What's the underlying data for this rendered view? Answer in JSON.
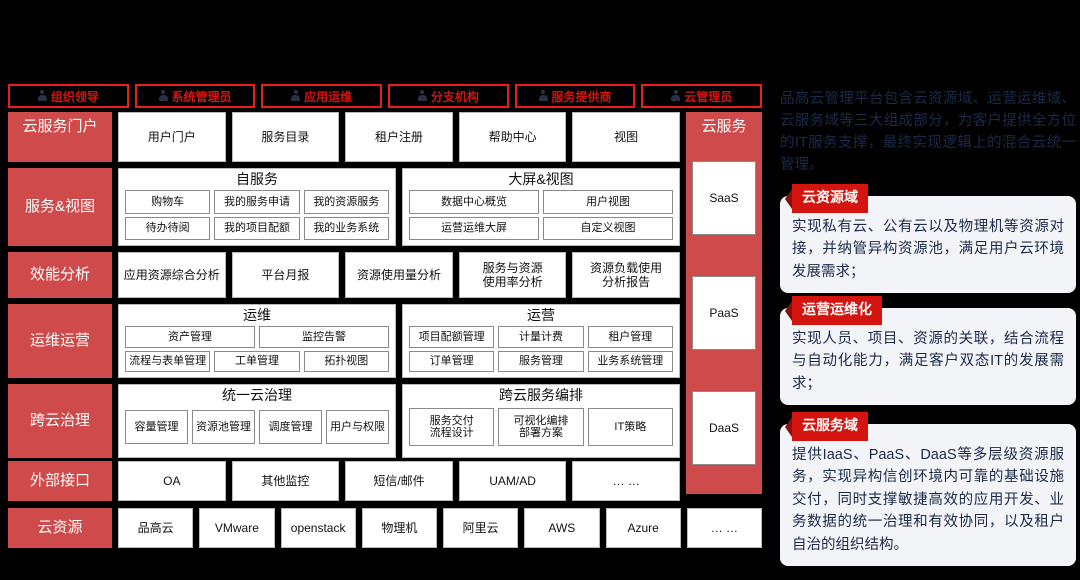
{
  "colors": {
    "accent_red": "#d4140e",
    "panel_red": "#cf4a4a",
    "badge_border": "#e8201a",
    "card_bg": "#f2f4f8",
    "text_navy": "#1b2a49"
  },
  "roles": [
    {
      "label": "组织领导",
      "icon": "user-icon"
    },
    {
      "label": "系统管理员",
      "icon": "user-icon"
    },
    {
      "label": "应用运维",
      "icon": "user-icon"
    },
    {
      "label": "分支机构",
      "icon": "user-icon"
    },
    {
      "label": "服务提供商",
      "icon": "user-icon"
    },
    {
      "label": "云管理员",
      "icon": "user-icon"
    }
  ],
  "layers": {
    "portal": {
      "title": "云服务门户",
      "cells": [
        "用户门户",
        "服务目录",
        "租户注册",
        "帮助中心",
        "视图"
      ]
    },
    "service_view": {
      "title": "服务&视图",
      "panels": [
        {
          "title": "自服务",
          "rows": [
            [
              "购物车",
              "我的服务申请",
              "我的资源服务"
            ],
            [
              "待办待阅",
              "我的项目配额",
              "我的业务系统"
            ]
          ]
        },
        {
          "title": "大屏&视图",
          "rows": [
            [
              "数据中心概览",
              "用户视图"
            ],
            [
              "运营运维大屏",
              "自定义视图"
            ]
          ]
        }
      ]
    },
    "efficiency": {
      "title": "效能分析",
      "cells": [
        "应用资源综合分析",
        "平台月报",
        "资源使用量分析",
        "服务与资源\n使用率分析",
        "资源负载使用\n分析报告"
      ]
    },
    "ops": {
      "title": "运维运营",
      "panels": [
        {
          "title": "运维",
          "rows": [
            [
              "资产管理",
              "监控告警"
            ],
            [
              "流程与表单管理",
              "工单管理",
              "拓扑视图"
            ]
          ]
        },
        {
          "title": "运营",
          "rows": [
            [
              "项目配额管理",
              "计量计费",
              "租户管理"
            ],
            [
              "订单管理",
              "服务管理",
              "业务系统管理"
            ]
          ]
        }
      ]
    },
    "governance": {
      "title": "跨云治理",
      "panels": [
        {
          "title": "统一云治理",
          "rows": [
            [
              "容量管理",
              "资源池管理",
              "调度管理",
              "用户与权限"
            ]
          ]
        },
        {
          "title": "跨云服务编排",
          "rows": [
            [
              "服务交付\n流程设计",
              "可视化编排\n部署方案",
              "IT策略"
            ]
          ]
        }
      ]
    },
    "external": {
      "title": "外部接口",
      "cells": [
        "OA",
        "其他监控",
        "短信/邮件",
        "UAM/AD",
        "… …"
      ]
    },
    "cloud_resource": {
      "title": "云资源",
      "cells": [
        "品高云",
        "VMware",
        "openstack",
        "物理机",
        "阿里云",
        "AWS",
        "Azure",
        "… …"
      ]
    }
  },
  "cloud_services": {
    "title": "云服务",
    "items": [
      "SaaS",
      "PaaS",
      "DaaS"
    ]
  },
  "description": {
    "intro": "品高云管理平台包含云资源域、运营运维域、云服务域等三大组成部分，为客户提供全方位的IT服务支撑，最终实现逻辑上的混合云统一管理。",
    "cards": [
      {
        "tag": "云资源域",
        "body": "实现私有云、公有云以及物理机等资源对接，并纳管异构资源池，满足用户云环境发展需求；"
      },
      {
        "tag": "运营运维化",
        "body": "实现人员、项目、资源的关联，结合流程与自动化能力，满足客户双态IT的发展需求；"
      },
      {
        "tag": "云服务域",
        "body": "提供IaaS、PaaS、DaaS等多层级资源服务，实现异构信创环境内可靠的基础设施交付，同时支撑敏捷高效的应用开发、业务数据的统一治理和有效协同，以及租户自治的组织结构。"
      }
    ]
  }
}
